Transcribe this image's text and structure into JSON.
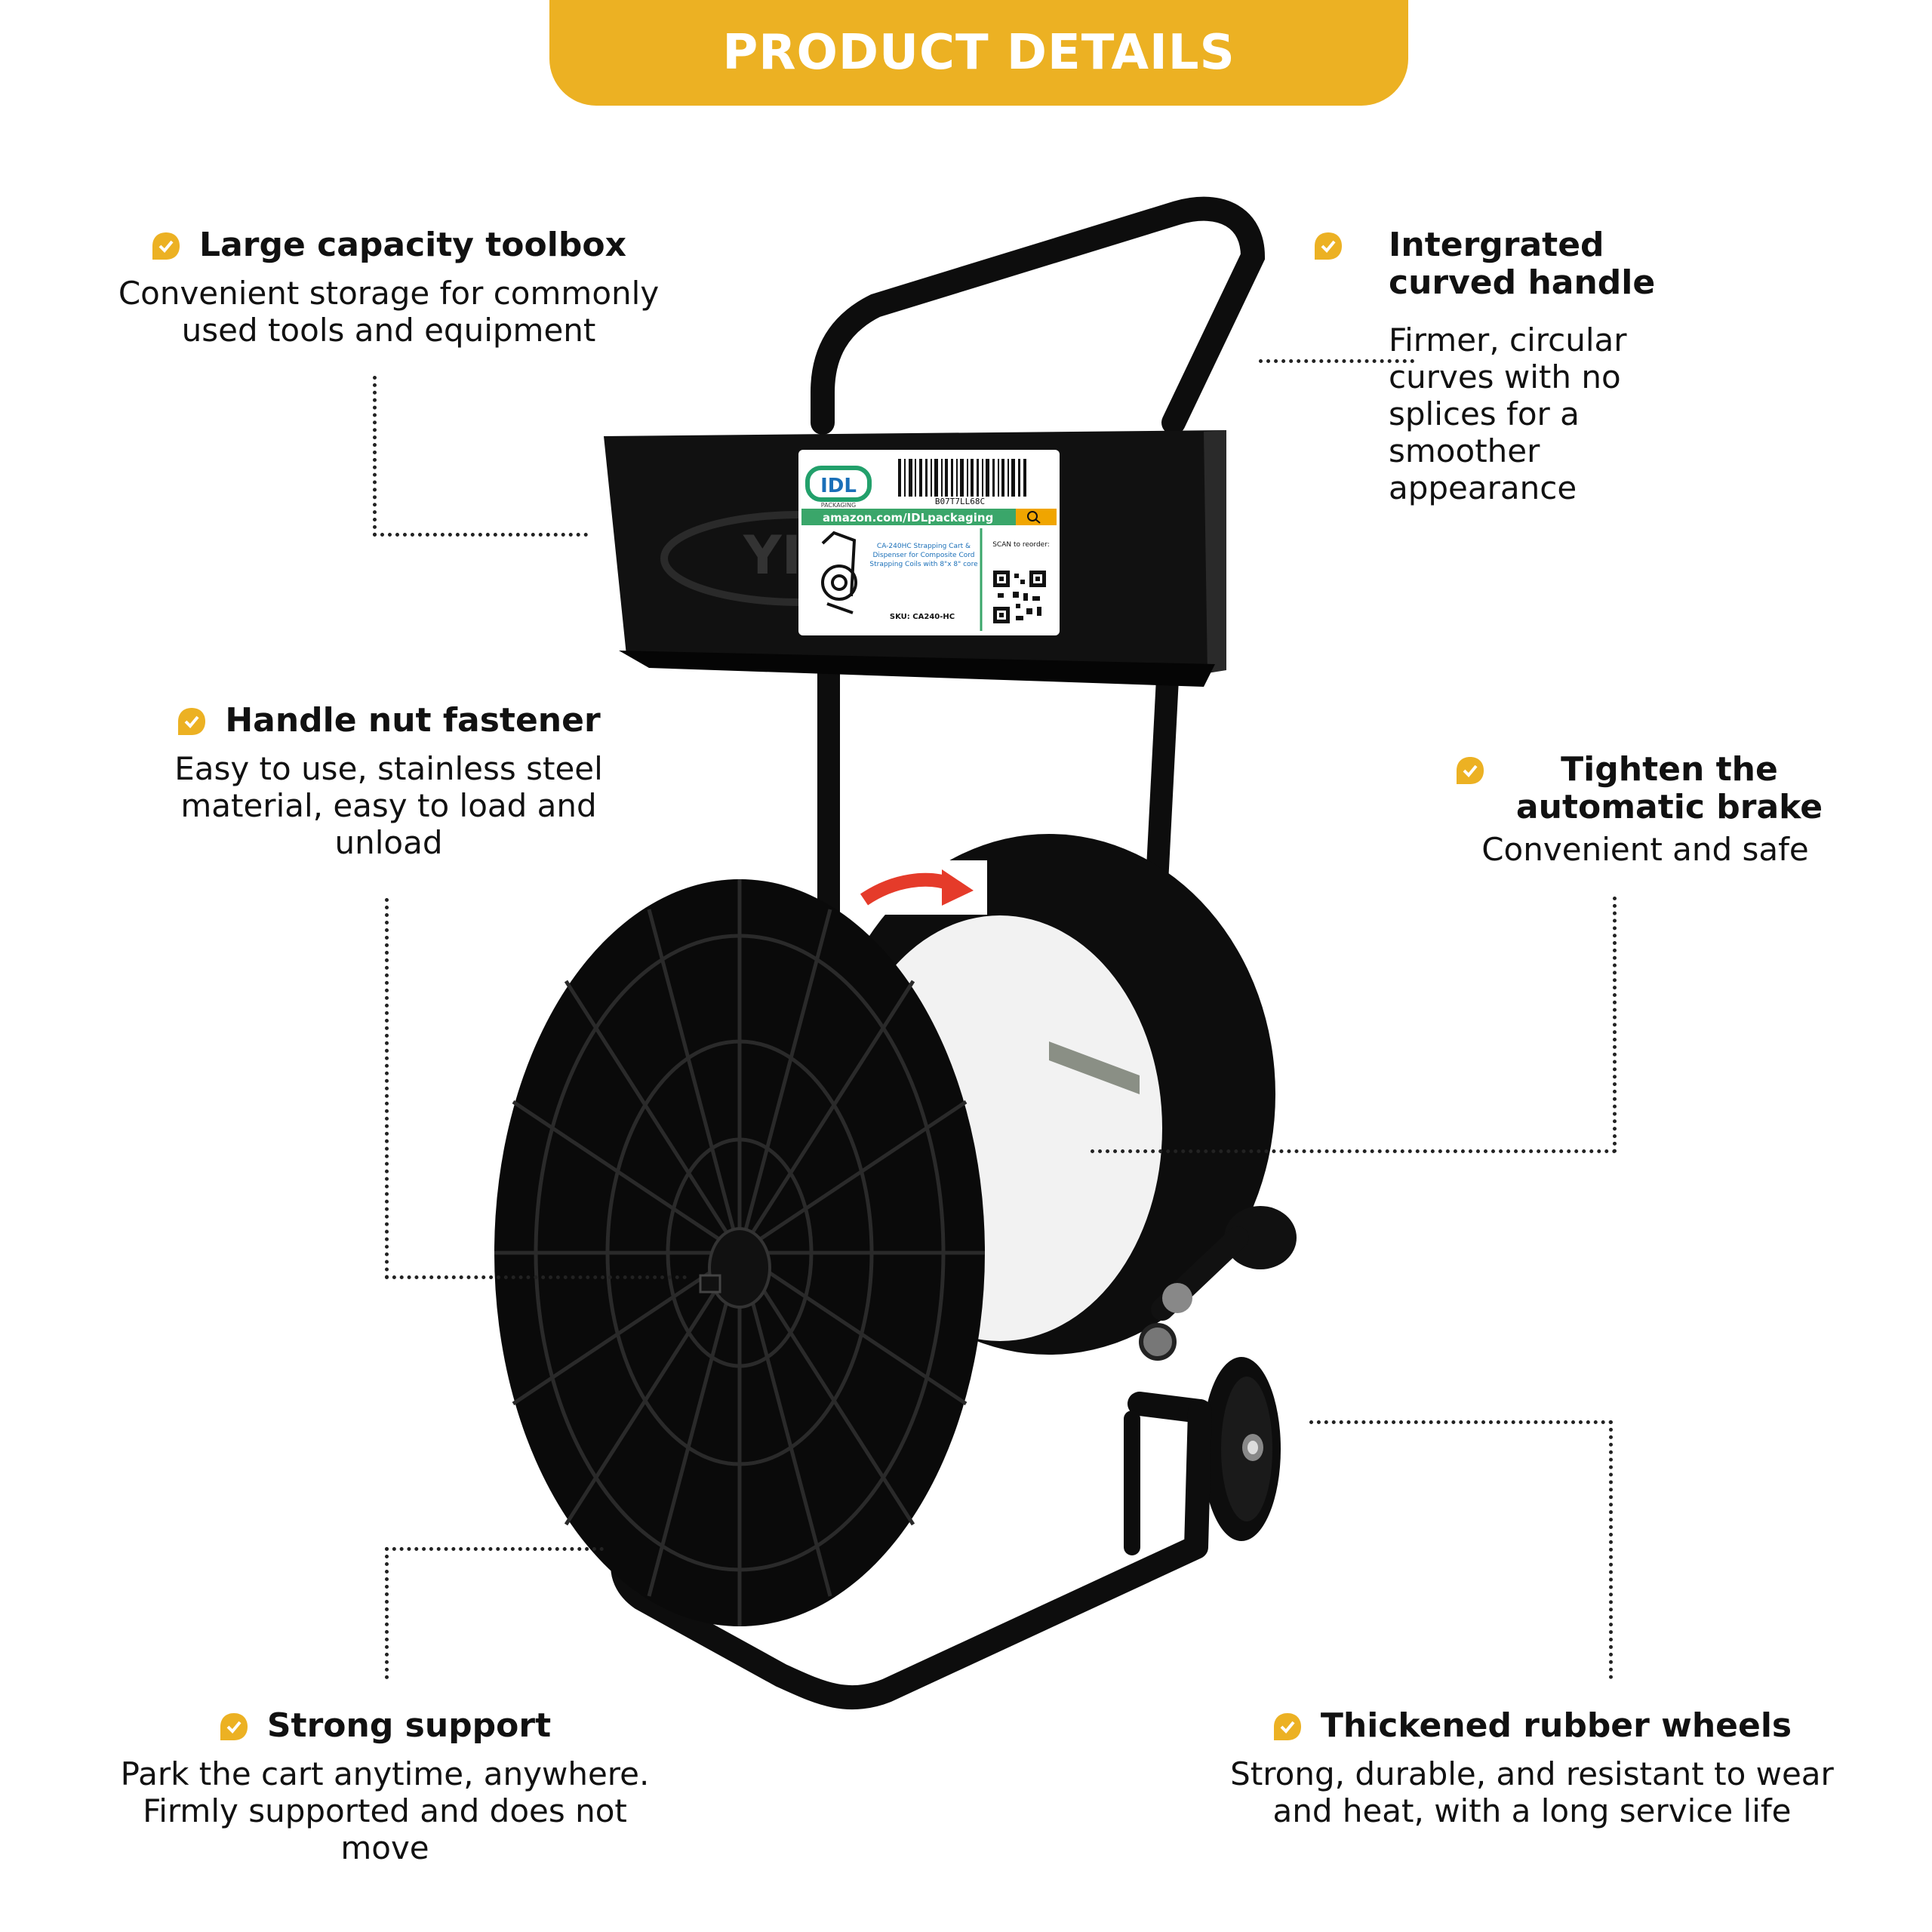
{
  "banner": {
    "title": "PRODUCT DETAILS"
  },
  "colors": {
    "accent": "#ECB123",
    "product": "#0d0d0d",
    "strap": "#f2f2f2"
  },
  "features": {
    "toolbox": {
      "title": "Large capacity toolbox",
      "desc": "Convenient storage for commonly used tools and equipment"
    },
    "handle": {
      "title_line1": "Intergrated",
      "title_line2": "curved handle",
      "desc": "Firmer, circular curves with no splices for a smoother appearance"
    },
    "nut": {
      "title": "Handle nut fastener",
      "desc": "Easy to use, stainless steel material, easy to load and unload"
    },
    "brake": {
      "title": "Tighten the automatic brake",
      "desc": "Convenient and safe"
    },
    "support": {
      "title": "Strong support",
      "desc": "Park the cart anytime, anywhere. Firmly supported and does not move"
    },
    "wheels": {
      "title": "Thickened rubber wheels",
      "desc": "Strong, durable, and resistant to wear and heat, with a long service life"
    }
  },
  "label": {
    "brand": "IDL",
    "brand_sub": "PACKAGING",
    "barcode_text": "B07T7LL68C",
    "url": "amazon.com/IDLpackaging",
    "product_desc": "CA-240HC Strapping Cart & Dispenser for Composite Cord Strapping Coils with 8\"x 8\" core",
    "sku": "SKU: CA240-HC",
    "scan": "SCAN to reorder:"
  },
  "icons": {
    "check": "check-badge-icon",
    "arrow": "rotation-arrow-icon"
  }
}
